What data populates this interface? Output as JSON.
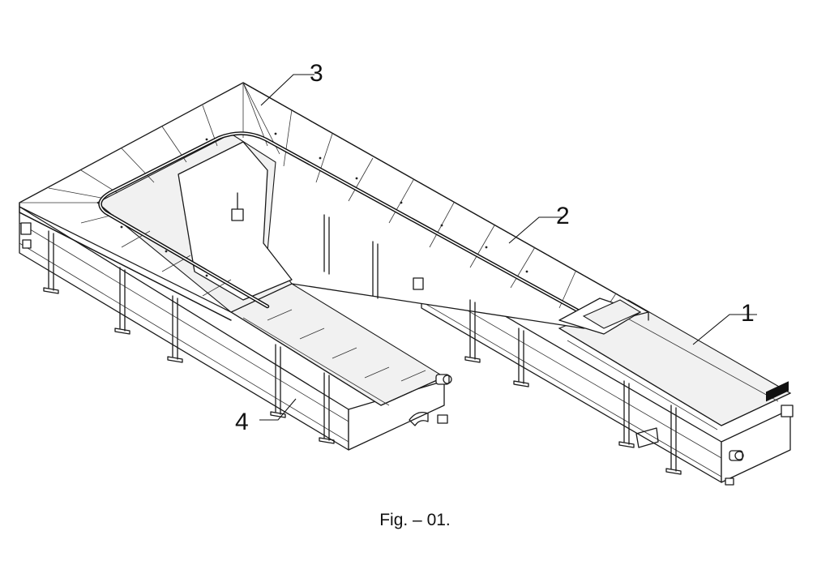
{
  "figure": {
    "caption": "Fig. – 01.",
    "callouts": [
      {
        "id": "1",
        "label": "1"
      },
      {
        "id": "2",
        "label": "2"
      },
      {
        "id": "3",
        "label": "3"
      },
      {
        "id": "4",
        "label": "4"
      }
    ]
  }
}
